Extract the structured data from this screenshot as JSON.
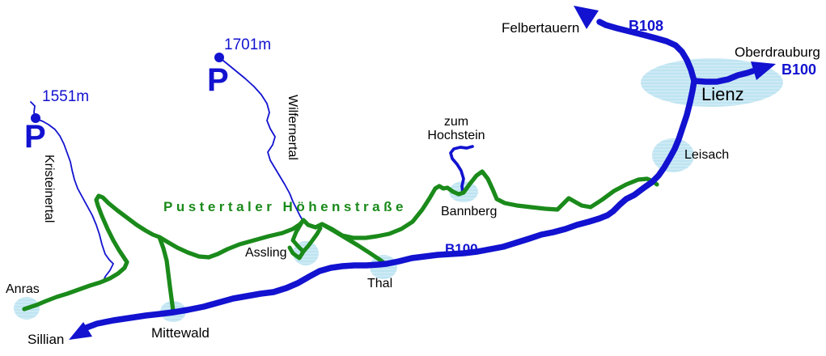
{
  "map": {
    "highway_name": "Pustertaler Höhenstraße",
    "road_labels": {
      "b108": "B108",
      "b100_east": "B100",
      "b100_valley": "B100"
    },
    "places": {
      "felbertauern": "Felbertauern",
      "oberdrauburg": "Oberdrauburg",
      "lienz": "Lienz",
      "leisach": "Leisach",
      "bannberg": "Bannberg",
      "thal": "Thal",
      "assling": "Assling",
      "mittewald": "Mittewald",
      "sillian": "Sillian",
      "anras": "Anras"
    },
    "valleys": {
      "kristeinertal": "Kristeinertal",
      "wilfernertal": "Wilfernertal"
    },
    "destination_note": {
      "line1": "zum",
      "line2": "Hochstein"
    },
    "parking": {
      "west": {
        "symbol": "P",
        "elevation": "1551m"
      },
      "east": {
        "symbol": "P",
        "elevation": "1701m"
      }
    },
    "colors": {
      "road_blue": "#1212d0",
      "road_green": "#1a8a1a",
      "town_fill": "#cdeaf5",
      "town_stripe": "#b9e2f0",
      "label_black": "#000000"
    }
  }
}
